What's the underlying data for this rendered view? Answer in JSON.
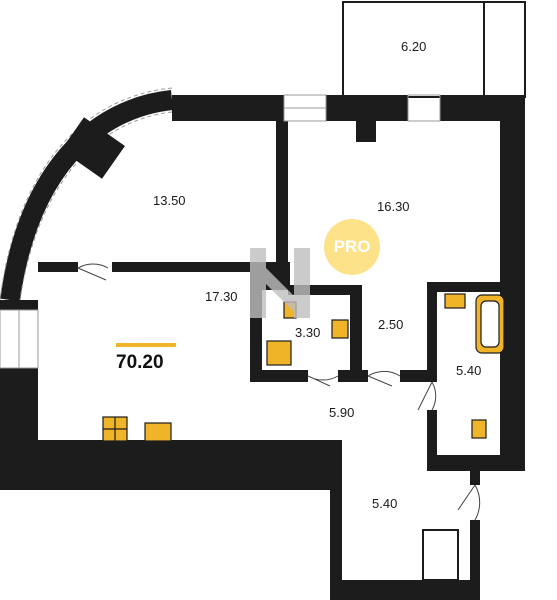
{
  "plan": {
    "total_area": "70.20",
    "badge": "PRO",
    "rooms": [
      {
        "id": "balcony",
        "area": "6.20"
      },
      {
        "id": "room-1",
        "area": "13.50"
      },
      {
        "id": "room-2",
        "area": "16.30"
      },
      {
        "id": "kitchen-living",
        "area": "17.30"
      },
      {
        "id": "bathroom-small",
        "area": "3.30"
      },
      {
        "id": "corridor",
        "area": "2.50"
      },
      {
        "id": "bathroom",
        "area": "5.40"
      },
      {
        "id": "hall",
        "area": "5.90"
      },
      {
        "id": "entrance",
        "area": "5.40"
      }
    ]
  },
  "colors": {
    "wall": "#1c1c1c",
    "fixture": "#f0b429",
    "badge": "#fde28a",
    "logo": "#bfbfbf"
  }
}
